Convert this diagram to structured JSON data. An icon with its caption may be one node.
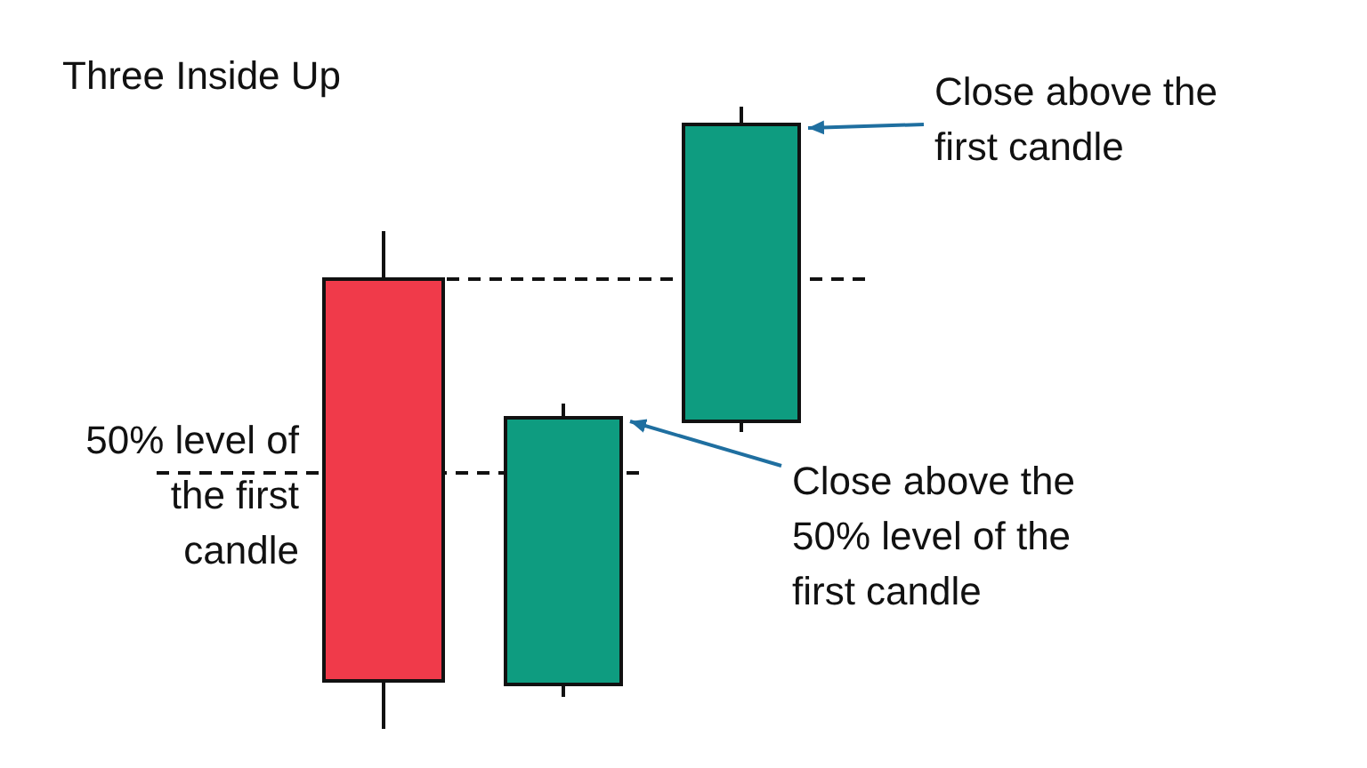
{
  "diagram": {
    "title": "Three Inside Up",
    "nodes": [
      {
        "text": [],
        "shape": "bar"
      },
      {
        "text": [],
        "shape": "bar"
      },
      {
        "text": [],
        "shape": "bar"
      },
      {
        "text": [
          "Close above the 50% level of the first candle"
        ]
      },
      {
        "text": [
          "Close above the first candle"
        ]
      }
    ],
    "edges": [
      {
        "from": 3,
        "to": 1,
        "arrow": "to"
      },
      {
        "from": 4,
        "to": 2,
        "arrow": "to"
      }
    ],
    "labels": [
      "50% level of the first candle"
    ]
  }
}
